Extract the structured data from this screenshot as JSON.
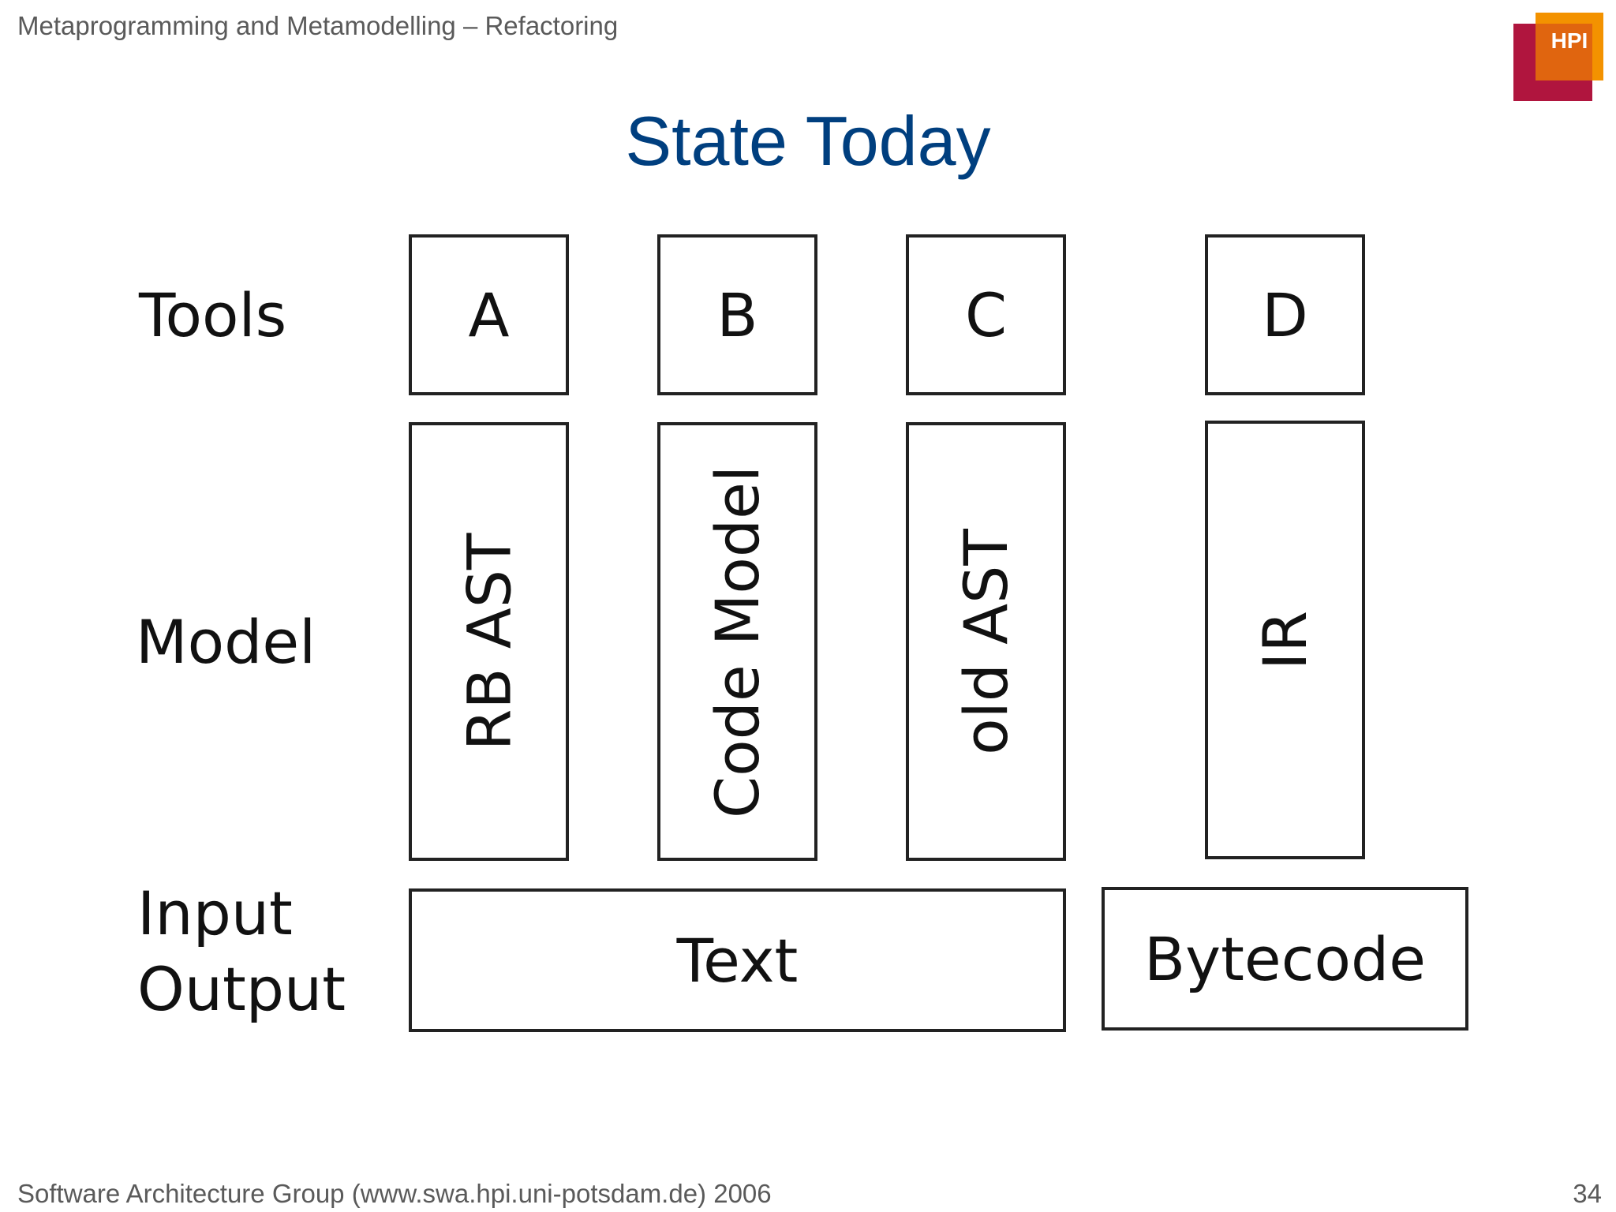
{
  "header": {
    "course": "Metaprogramming and Metamodelling – Refactoring"
  },
  "logo": {
    "text": "HPI",
    "colors": [
      "#b0153e",
      "#f39200",
      "#e0650f"
    ]
  },
  "slide": {
    "title": "State Today"
  },
  "diagram": {
    "row_labels": {
      "tools": "Tools",
      "model": "Model",
      "io_line1": "Input",
      "io_line2": "Output"
    },
    "tools": [
      "A",
      "B",
      "C",
      "D"
    ],
    "models": [
      "RB AST",
      "Code Model",
      "old AST",
      "IR"
    ],
    "io": [
      "Text",
      "Bytecode"
    ]
  },
  "footer": {
    "credit": "Software Architecture Group (www.swa.hpi.uni-potsdam.de) 2006",
    "page": "34"
  }
}
